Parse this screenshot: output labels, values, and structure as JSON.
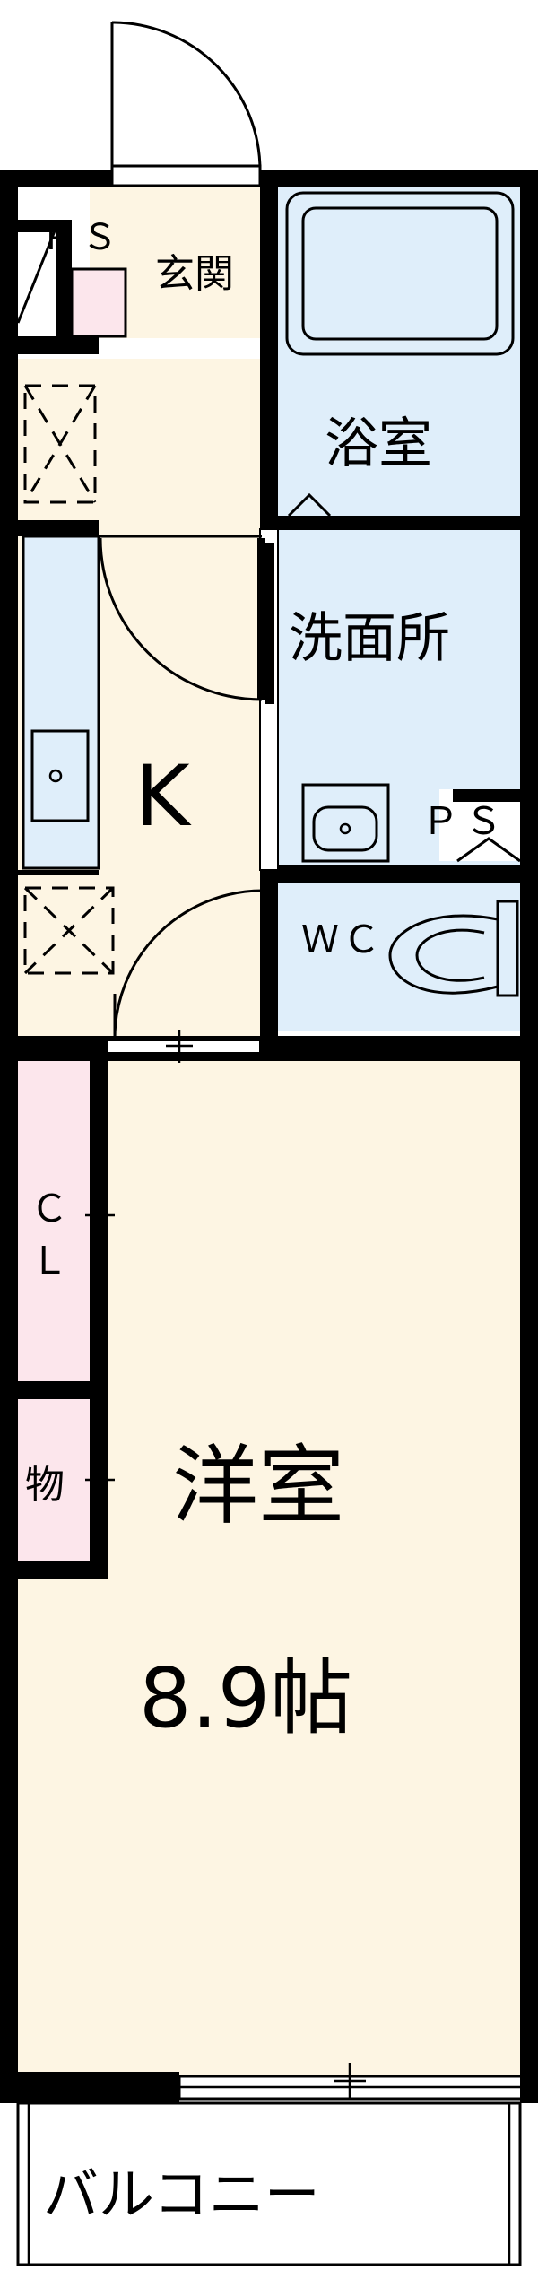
{
  "colors": {
    "wall": "#000000",
    "room_floor": "#fdf5e3",
    "wet_area": "#dfeefa",
    "closet": "#fce6ec",
    "white": "#ffffff"
  },
  "rooms": {
    "ps_top": "ＰＳ",
    "entrance": "玄関",
    "bath": "浴室",
    "washroom": "洗面所",
    "ps_wash": "ＰＳ",
    "kitchen": "K",
    "wc": "ＷＣ",
    "closet_c": "Ｃ",
    "closet_l": "Ｌ",
    "storage": "物",
    "western_room": "洋室",
    "western_room_size": "8.9帖",
    "balcony": "バルコニー"
  },
  "icons": {
    "door_swing": "door-arc-icon",
    "ventilation": "vent-x-icon",
    "toilet": "toilet-icon",
    "bathtub": "bathtub-icon",
    "sink": "sink-icon",
    "outlet": "wall-outlet-icon"
  }
}
